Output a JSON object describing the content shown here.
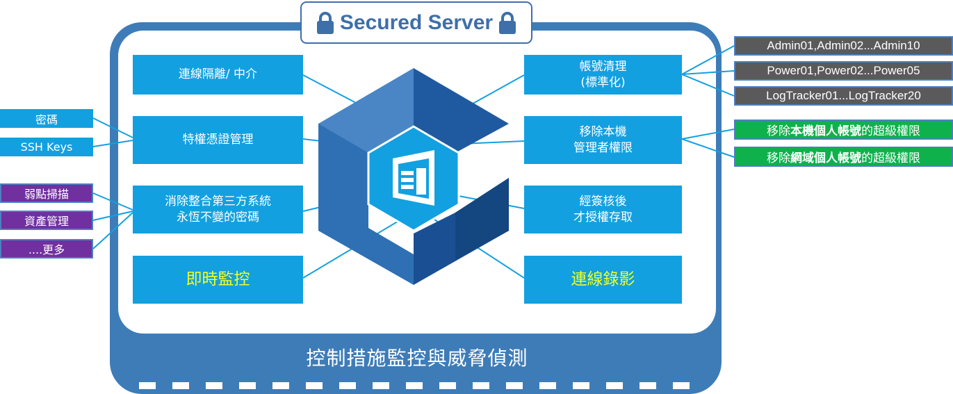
{
  "server_title": "Secured Server",
  "footer": "控制措施監控與威脅偵測",
  "left_boxes": [
    {
      "label": "連線隔離/ 中介"
    },
    {
      "label": "特權憑證管理"
    },
    {
      "label": "消除整合第三方系統\n永恆不變的密碼"
    },
    {
      "label": "即時監控"
    }
  ],
  "right_boxes": [
    {
      "label": "帳號清理\n(標準化)"
    },
    {
      "label": "移除本機\n管理者權限"
    },
    {
      "label": "經簽核後\n才授權存取"
    },
    {
      "label": "連線錄影"
    }
  ],
  "left_tags_blue": [
    "密碼",
    "SSH Keys"
  ],
  "left_tags_purple": [
    "弱點掃描",
    "資產管理",
    "....更多"
  ],
  "right_tags_gray": [
    "Admin01,Admin02...Admin10",
    "Power01,Power02...Power05",
    "LogTracker01...LogTracker20"
  ],
  "right_tags_green": [
    {
      "p1": "移除",
      "b1": "本機個人帳號",
      "p2": "的超級權限"
    },
    {
      "p1": "移除",
      "b1": "網域個人帳號",
      "p2": "的超級權限"
    }
  ],
  "colors": {
    "box": "#13a0e0",
    "frame": "#3e7cb8",
    "purple": "#7030a0",
    "gray": "#5a5a5a",
    "green": "#0fb14c",
    "highlight_text": "#f0ff1e"
  },
  "icons": [
    "lock-icon",
    "cube-logo-icon",
    "server-icon"
  ]
}
